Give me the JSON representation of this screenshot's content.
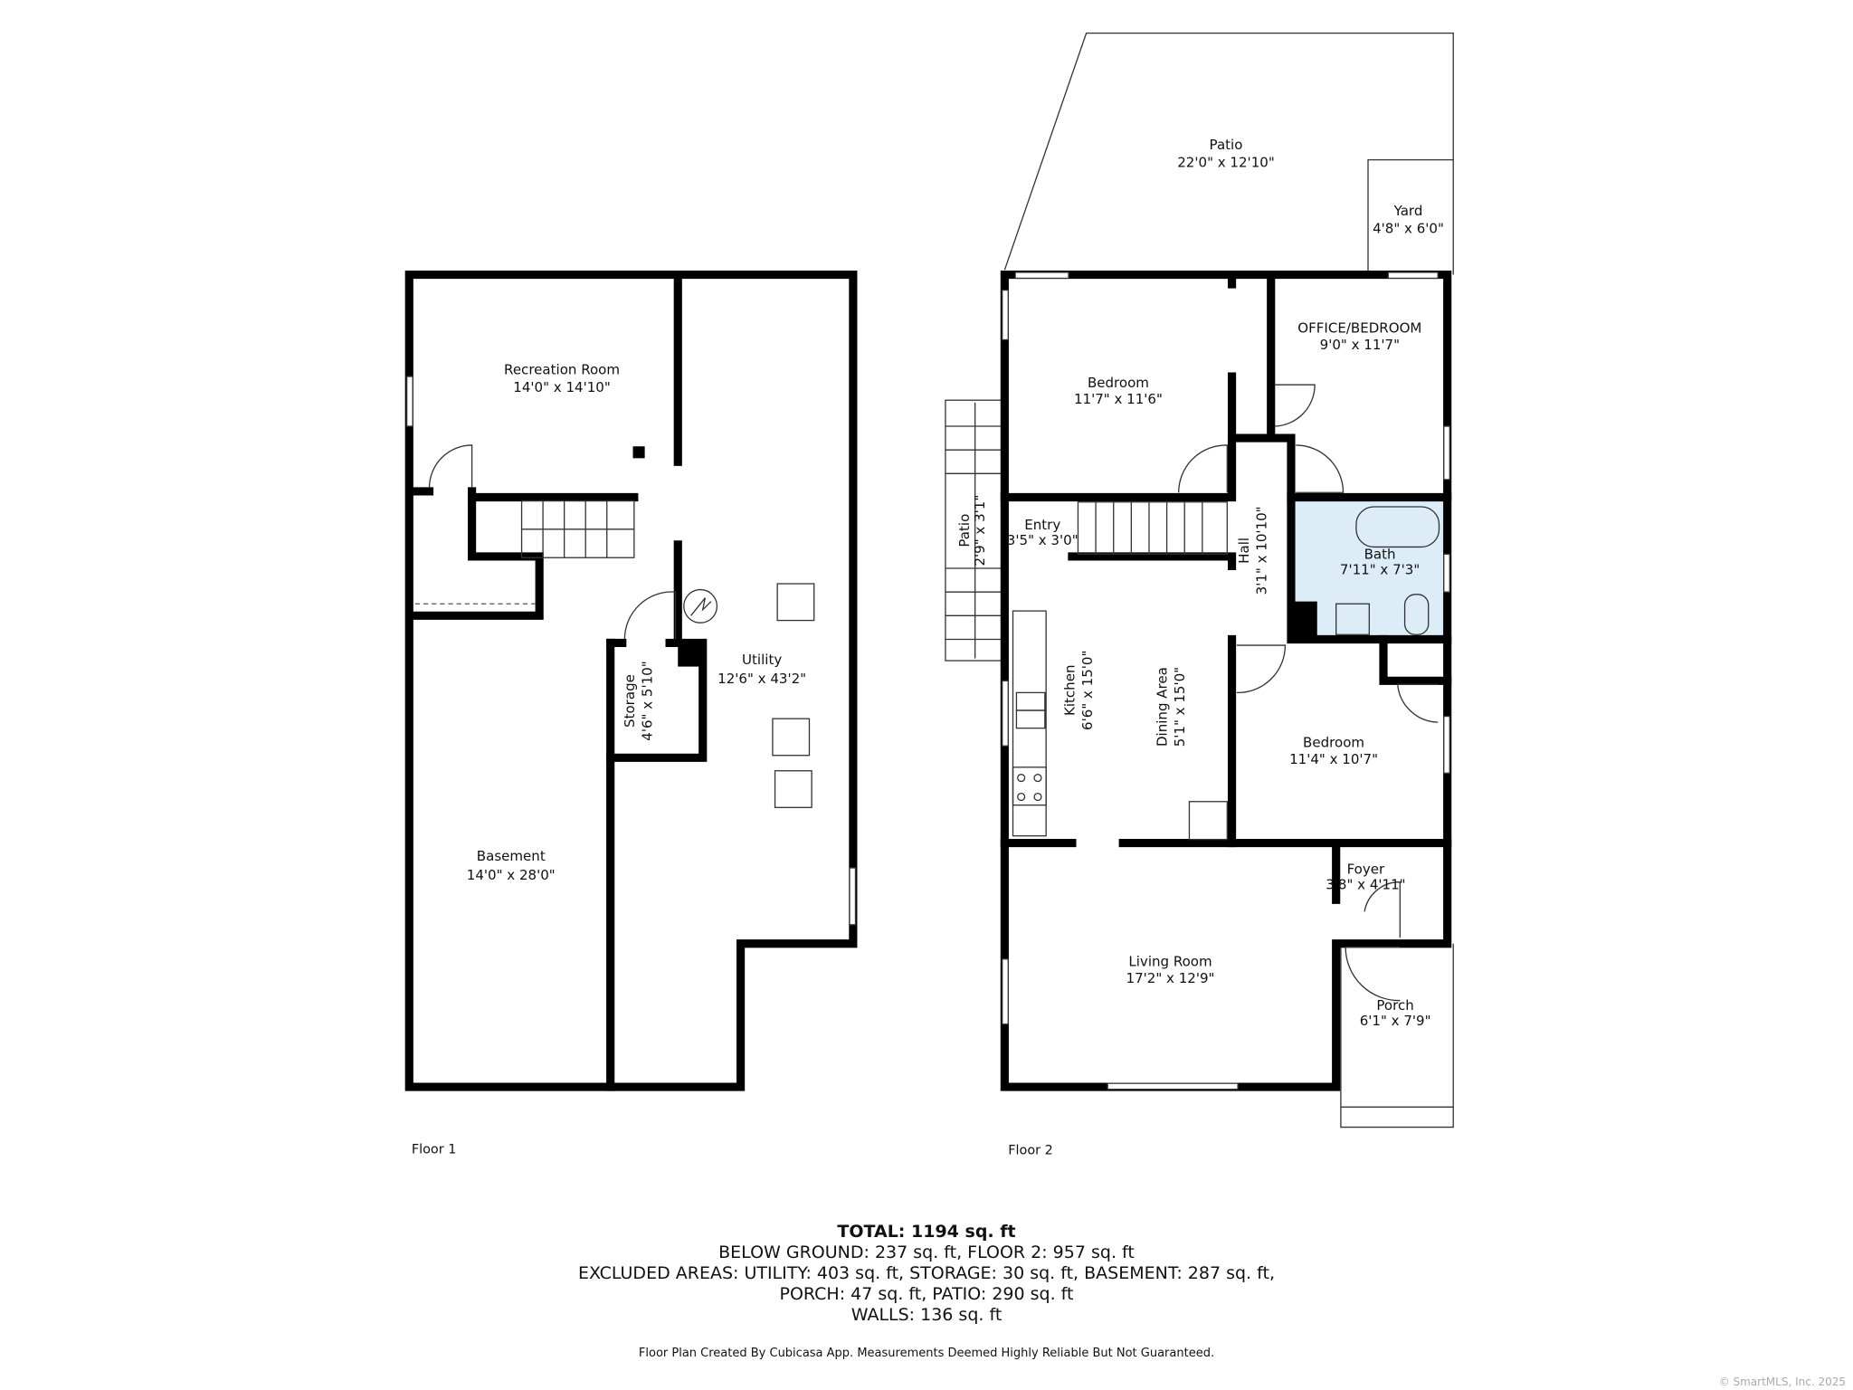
{
  "floors": {
    "floor1": {
      "label": "Floor 1",
      "rooms": [
        {
          "name": "Recreation Room",
          "dims": "14'0\" x 14'10\""
        },
        {
          "name": "Utility",
          "dims": "12'6\" x 43'2\""
        },
        {
          "name": "Storage",
          "dims": "4'6\" x 5'10\""
        },
        {
          "name": "Basement",
          "dims": "14'0\" x 28'0\""
        }
      ]
    },
    "floor2": {
      "label": "Floor 2",
      "rooms": [
        {
          "name": "Patio",
          "dims": "22'0\" x 12'10\""
        },
        {
          "name": "Yard",
          "dims": "4'8\" x 6'0\""
        },
        {
          "name": "Bedroom",
          "dims": "11'7\" x 11'6\""
        },
        {
          "name": "OFFICE/BEDROOM",
          "dims": "9'0\" x 11'7\""
        },
        {
          "name": "Patio",
          "dims": "2'9\" x 3'1\""
        },
        {
          "name": "Entry",
          "dims": "3'5\" x 3'0\""
        },
        {
          "name": "Hall",
          "dims": "3'1\" x 10'10\""
        },
        {
          "name": "Bath",
          "dims": "7'11\" x 7'3\""
        },
        {
          "name": "Kitchen",
          "dims": "6'6\" x 15'0\""
        },
        {
          "name": "Dining Area",
          "dims": "5'1\" x 15'0\""
        },
        {
          "name": "Bedroom",
          "dims": "11'4\" x 10'7\""
        },
        {
          "name": "Foyer",
          "dims": "3'8\" x 4'11\""
        },
        {
          "name": "Living Room",
          "dims": "17'2\" x 12'9\""
        },
        {
          "name": "Porch",
          "dims": "6'1\" x 7'9\""
        }
      ]
    }
  },
  "summary": {
    "total": "TOTAL: 1194 sq. ft",
    "line1": "BELOW GROUND: 237 sq. ft, FLOOR 2: 957 sq. ft",
    "line2": "EXCLUDED AREAS: UTILITY: 403 sq. ft, STORAGE: 30 sq. ft, BASEMENT: 287 sq. ft,",
    "line3": "PORCH: 47 sq. ft, PATIO: 290 sq. ft",
    "line4": "WALLS: 136 sq. ft"
  },
  "disclaimer": "Floor Plan Created By Cubicasa App. Measurements Deemed Highly Reliable But Not Guaranteed.",
  "copyright": "© SmartMLS, Inc. 2025",
  "colors": {
    "wall": "#000000",
    "bath_fill": "#dcedf8"
  }
}
